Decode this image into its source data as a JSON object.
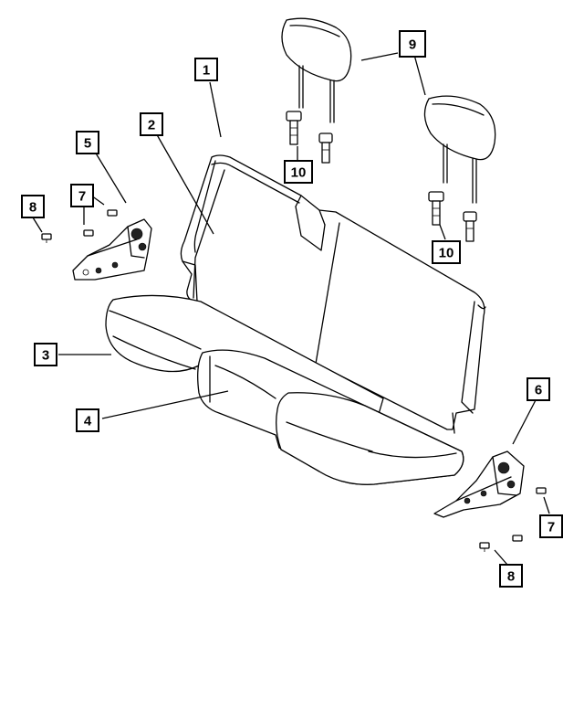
{
  "callouts": {
    "c1": "1",
    "c2": "2",
    "c3": "3",
    "c4": "4",
    "c5": "5",
    "c6": "6",
    "c7_left": "7",
    "c7_right": "7",
    "c8_left": "8",
    "c8_right": "8",
    "c9": "9",
    "c10_left": "10",
    "c10_right": "10"
  }
}
